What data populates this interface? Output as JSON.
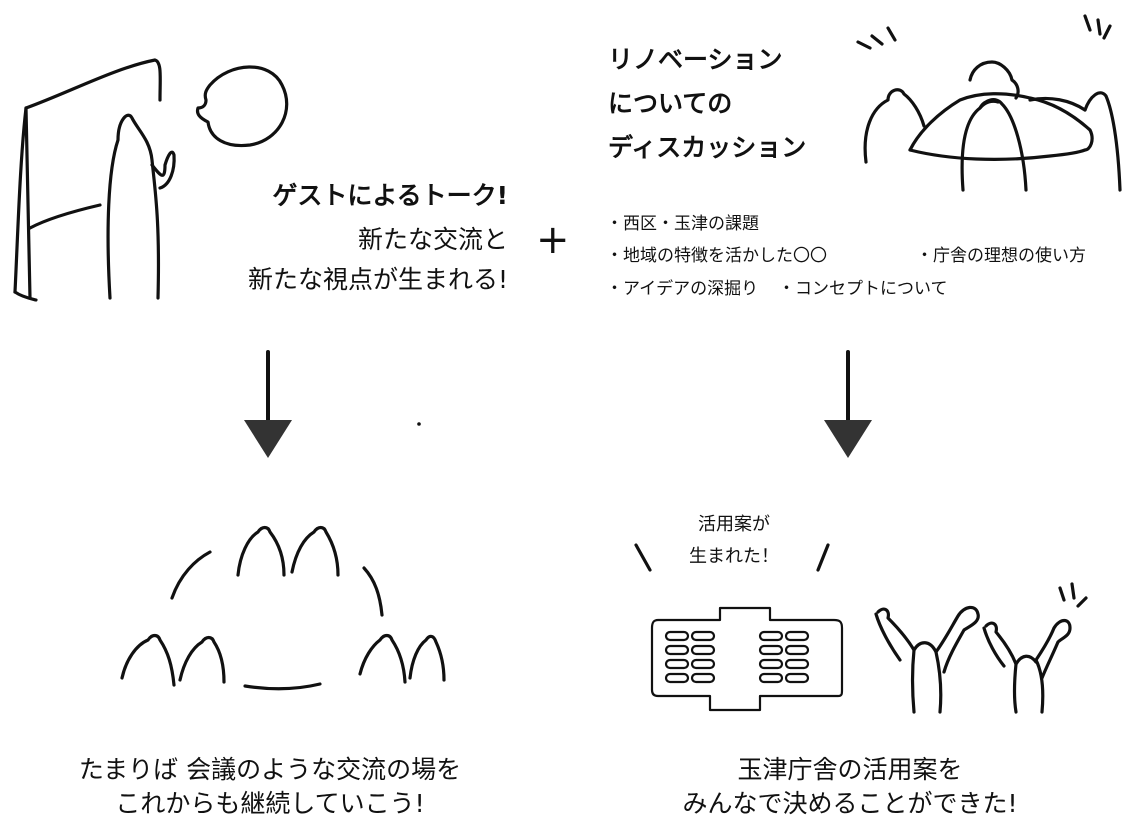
{
  "guest_talk": {
    "title": "ゲストによるトーク!",
    "line1": "新たな交流と",
    "line2": "新たな視点が生まれる!"
  },
  "plus_sign": "+",
  "discussion": {
    "title_line1": "リノベーション",
    "title_line2": "についての",
    "title_line3": "ディスカッション",
    "topics": [
      "・西区・玉津の課題",
      "・地域の特徴を活かした〇〇",
      "・庁舎の理想の使い方",
      "・アイデアの深掘り",
      "・コンセプトについて"
    ]
  },
  "speech_bubble": {
    "line1": "活用案が",
    "line2": "生まれた！"
  },
  "outcome_left": {
    "line1": "たまりば 会議のような交流の場を",
    "line2": "これからも継続していこう!"
  },
  "outcome_right": {
    "line1": "玉津庁舎の活用案を",
    "line2": "みんなで決めることができた!"
  }
}
